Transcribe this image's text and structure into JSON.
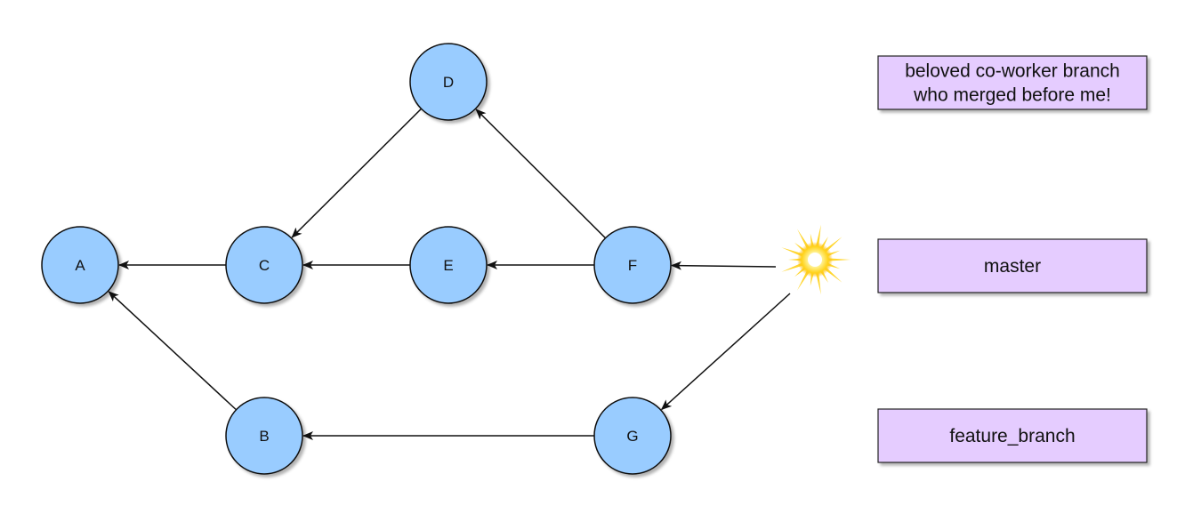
{
  "colors": {
    "node_fill": "#99ccff",
    "node_stroke": "#111111",
    "label_fill": "#e5ccff",
    "label_stroke": "#222222",
    "edge": "#111111",
    "spark": "#ffd21a"
  },
  "icons": {
    "spark": "explosion-spark-icon"
  },
  "nodes": [
    {
      "id": "A",
      "label": "A"
    },
    {
      "id": "B",
      "label": "B"
    },
    {
      "id": "C",
      "label": "C"
    },
    {
      "id": "D",
      "label": "D"
    },
    {
      "id": "E",
      "label": "E"
    },
    {
      "id": "F",
      "label": "F"
    },
    {
      "id": "G",
      "label": "G"
    }
  ],
  "edges": [
    {
      "from": "C",
      "to": "A"
    },
    {
      "from": "B",
      "to": "A"
    },
    {
      "from": "D",
      "to": "C"
    },
    {
      "from": "E",
      "to": "C"
    },
    {
      "from": "F",
      "to": "D"
    },
    {
      "from": "F",
      "to": "E"
    },
    {
      "from": "G",
      "to": "B"
    },
    {
      "from": "spark",
      "to": "F"
    },
    {
      "from": "spark",
      "to": "G"
    }
  ],
  "branches": [
    {
      "id": "coworker",
      "lines": [
        "beloved co-worker branch",
        "who merged before me!"
      ]
    },
    {
      "id": "master",
      "lines": [
        "master"
      ]
    },
    {
      "id": "feature",
      "lines": [
        "feature_branch"
      ]
    }
  ]
}
